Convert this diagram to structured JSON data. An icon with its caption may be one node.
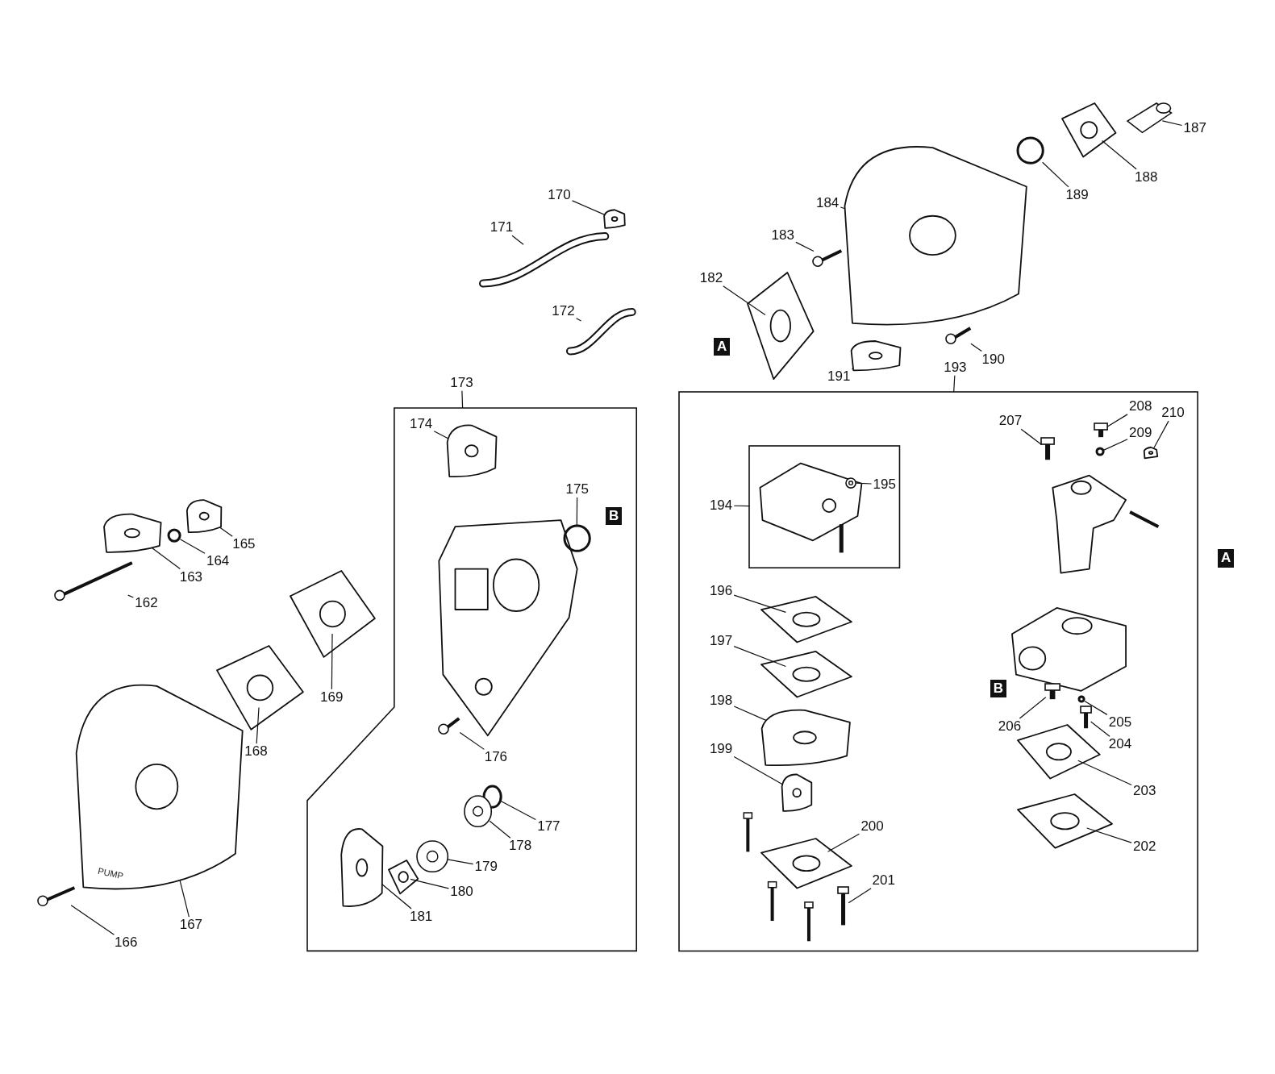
{
  "diagram": {
    "nodes": [
      {
        "text": [
          "162"
        ]
      },
      {
        "text": [],
        "shape": "bar"
      },
      {
        "text": [
          "163"
        ]
      },
      {
        "text": [],
        "shape": "picture"
      },
      {
        "text": [
          "164"
        ]
      },
      {
        "text": [],
        "shape": "circle"
      },
      {
        "text": [
          "165"
        ]
      },
      {
        "text": [],
        "shape": "picture"
      },
      {
        "text": [
          "166"
        ]
      },
      {
        "text": [],
        "shape": "bar"
      },
      {
        "text": [
          "167"
        ]
      },
      {
        "text": [],
        "shape": "picture"
      },
      {
        "text": [
          "168"
        ]
      },
      {
        "text": [],
        "shape": "plate"
      },
      {
        "text": [
          "169"
        ]
      },
      {
        "text": [],
        "shape": "plate"
      },
      {
        "text": [
          "170"
        ]
      },
      {
        "text": [],
        "shape": "picture"
      },
      {
        "text": [
          "171"
        ]
      },
      {
        "text": [],
        "shape": "tube"
      },
      {
        "text": [
          "172"
        ]
      },
      {
        "text": [],
        "shape": "tube"
      },
      {
        "text": [
          "173"
        ]
      },
      {
        "text": [],
        "shape": "frame"
      },
      {
        "text": [
          "174"
        ],
        "in": 23
      },
      {
        "text": [],
        "shape": "picture",
        "in": 23
      },
      {
        "text": [
          "175"
        ],
        "in": 23
      },
      {
        "text": [],
        "shape": "circle",
        "in": 23
      },
      {
        "text": [
          "176"
        ],
        "in": 23
      },
      {
        "text": [],
        "shape": "bar",
        "in": 23
      },
      {
        "text": [
          "177"
        ],
        "in": 23
      },
      {
        "text": [],
        "shape": "circle",
        "in": 23
      },
      {
        "text": [
          "178"
        ],
        "in": 23
      },
      {
        "text": [],
        "shape": "disc",
        "in": 23
      },
      {
        "text": [
          "179"
        ],
        "in": 23
      },
      {
        "text": [],
        "shape": "disc",
        "in": 23
      },
      {
        "text": [
          "180"
        ],
        "in": 23
      },
      {
        "text": [],
        "shape": "plate",
        "in": 23
      },
      {
        "text": [
          "181"
        ],
        "in": 23
      },
      {
        "text": [],
        "shape": "picture",
        "in": 23
      },
      {
        "text": [
          "182"
        ]
      },
      {
        "text": [],
        "shape": "plate"
      },
      {
        "text": [
          "183"
        ]
      },
      {
        "text": [],
        "shape": "bar"
      },
      {
        "text": [
          "184"
        ]
      },
      {
        "text": [],
        "shape": "picture"
      },
      {
        "text": [
          "187"
        ]
      },
      {
        "text": [],
        "shape": "cylinder"
      },
      {
        "text": [
          "188"
        ]
      },
      {
        "text": [],
        "shape": "plate"
      },
      {
        "text": [
          "189"
        ]
      },
      {
        "text": [],
        "shape": "circle"
      },
      {
        "text": [
          "190"
        ]
      },
      {
        "text": [],
        "shape": "bar"
      },
      {
        "text": [
          "191"
        ]
      },
      {
        "text": [],
        "shape": "picture"
      },
      {
        "text": [
          "193"
        ]
      },
      {
        "text": [],
        "shape": "frame"
      },
      {
        "text": [
          "194"
        ],
        "in": 57
      },
      {
        "text": [],
        "shape": "frame",
        "in": 57
      },
      {
        "text": [
          "195"
        ],
        "in": 59
      },
      {
        "text": [],
        "shape": "disc",
        "in": 59
      },
      {
        "text": [
          "196"
        ],
        "in": 57
      },
      {
        "text": [],
        "shape": "plate",
        "in": 57
      },
      {
        "text": [
          "197"
        ],
        "in": 57
      },
      {
        "text": [],
        "shape": "plate",
        "in": 57
      },
      {
        "text": [
          "198"
        ],
        "in": 57
      },
      {
        "text": [],
        "shape": "picture",
        "in": 57
      },
      {
        "text": [
          "199"
        ],
        "in": 57
      },
      {
        "text": [],
        "shape": "picture",
        "in": 57
      },
      {
        "text": [
          "200"
        ],
        "in": 57
      },
      {
        "text": [],
        "shape": "plate",
        "in": 57
      },
      {
        "text": [
          "201"
        ],
        "in": 57
      },
      {
        "text": [],
        "shape": "bar",
        "in": 57
      },
      {
        "text": [
          "202"
        ],
        "in": 57
      },
      {
        "text": [],
        "shape": "plate",
        "in": 57
      },
      {
        "text": [
          "203"
        ],
        "in": 57
      },
      {
        "text": [],
        "shape": "plate",
        "in": 57
      },
      {
        "text": [
          "204"
        ],
        "in": 57
      },
      {
        "text": [],
        "shape": "bar",
        "in": 57
      },
      {
        "text": [
          "205"
        ],
        "in": 57
      },
      {
        "text": [],
        "shape": "circle",
        "in": 57
      },
      {
        "text": [
          "206"
        ],
        "in": 57
      },
      {
        "text": [],
        "shape": "bar",
        "in": 57
      },
      {
        "text": [
          "207"
        ],
        "in": 57
      },
      {
        "text": [],
        "shape": "bar",
        "in": 57
      },
      {
        "text": [
          "208"
        ],
        "in": 57
      },
      {
        "text": [],
        "shape": "bar",
        "in": 57
      },
      {
        "text": [
          "209"
        ],
        "in": 57
      },
      {
        "text": [],
        "shape": "circle",
        "in": 57
      },
      {
        "text": [
          "210"
        ],
        "in": 57
      },
      {
        "text": [],
        "shape": "picture",
        "in": 57
      }
    ],
    "edges": [
      {
        "from": 0,
        "to": 1,
        "arrow": "none"
      },
      {
        "from": 2,
        "to": 3,
        "arrow": "none"
      },
      {
        "from": 4,
        "to": 5,
        "arrow": "none"
      },
      {
        "from": 6,
        "to": 7,
        "arrow": "none"
      },
      {
        "from": 8,
        "to": 9,
        "arrow": "none"
      },
      {
        "from": 10,
        "to": 11,
        "arrow": "none"
      },
      {
        "from": 12,
        "to": 13,
        "arrow": "none"
      },
      {
        "from": 14,
        "to": 15,
        "arrow": "none"
      },
      {
        "from": 16,
        "to": 17,
        "arrow": "none"
      },
      {
        "from": 18,
        "to": 19,
        "arrow": "none"
      },
      {
        "from": 20,
        "to": 21,
        "arrow": "none"
      },
      {
        "from": 22,
        "to": 23,
        "arrow": "none"
      },
      {
        "from": 24,
        "to": 25,
        "arrow": "none"
      },
      {
        "from": 26,
        "to": 27,
        "arrow": "none"
      },
      {
        "from": 28,
        "to": 29,
        "arrow": "none"
      },
      {
        "from": 30,
        "to": 31,
        "arrow": "none"
      },
      {
        "from": 32,
        "to": 33,
        "arrow": "none"
      },
      {
        "from": 34,
        "to": 35,
        "arrow": "none"
      },
      {
        "from": 36,
        "to": 37,
        "arrow": "none"
      },
      {
        "from": 38,
        "to": 39,
        "arrow": "none"
      },
      {
        "from": 40,
        "to": 41,
        "arrow": "none"
      },
      {
        "from": 42,
        "to": 43,
        "arrow": "none"
      },
      {
        "from": 44,
        "to": 45,
        "arrow": "none"
      },
      {
        "from": 46,
        "to": 47,
        "arrow": "none"
      },
      {
        "from": 48,
        "to": 49,
        "arrow": "none"
      },
      {
        "from": 50,
        "to": 51,
        "arrow": "none"
      },
      {
        "from": 52,
        "to": 53,
        "arrow": "none"
      },
      {
        "from": 54,
        "to": 55,
        "arrow": "none"
      },
      {
        "from": 56,
        "to": 57,
        "arrow": "none"
      },
      {
        "from": 58,
        "to": 59,
        "arrow": "none"
      },
      {
        "from": 60,
        "to": 61,
        "arrow": "none"
      },
      {
        "from": 62,
        "to": 63,
        "arrow": "none"
      },
      {
        "from": 64,
        "to": 65,
        "arrow": "none"
      },
      {
        "from": 66,
        "to": 67,
        "arrow": "none"
      },
      {
        "from": 68,
        "to": 69,
        "arrow": "none"
      },
      {
        "from": 70,
        "to": 71,
        "arrow": "none"
      },
      {
        "from": 72,
        "to": 73,
        "arrow": "none"
      },
      {
        "from": 74,
        "to": 75,
        "arrow": "none"
      },
      {
        "from": 76,
        "to": 77,
        "arrow": "none"
      },
      {
        "from": 78,
        "to": 79,
        "arrow": "none"
      },
      {
        "from": 80,
        "to": 81,
        "arrow": "none"
      },
      {
        "from": 82,
        "to": 83,
        "arrow": "none"
      },
      {
        "from": 84,
        "to": 85,
        "arrow": "none"
      },
      {
        "from": 86,
        "to": 87,
        "arrow": "none"
      },
      {
        "from": 88,
        "to": 89,
        "arrow": "none"
      },
      {
        "from": 90,
        "to": 91,
        "arrow": "none"
      }
    ],
    "labels": [
      "A",
      "B",
      "A",
      "B",
      "PUMP"
    ]
  }
}
